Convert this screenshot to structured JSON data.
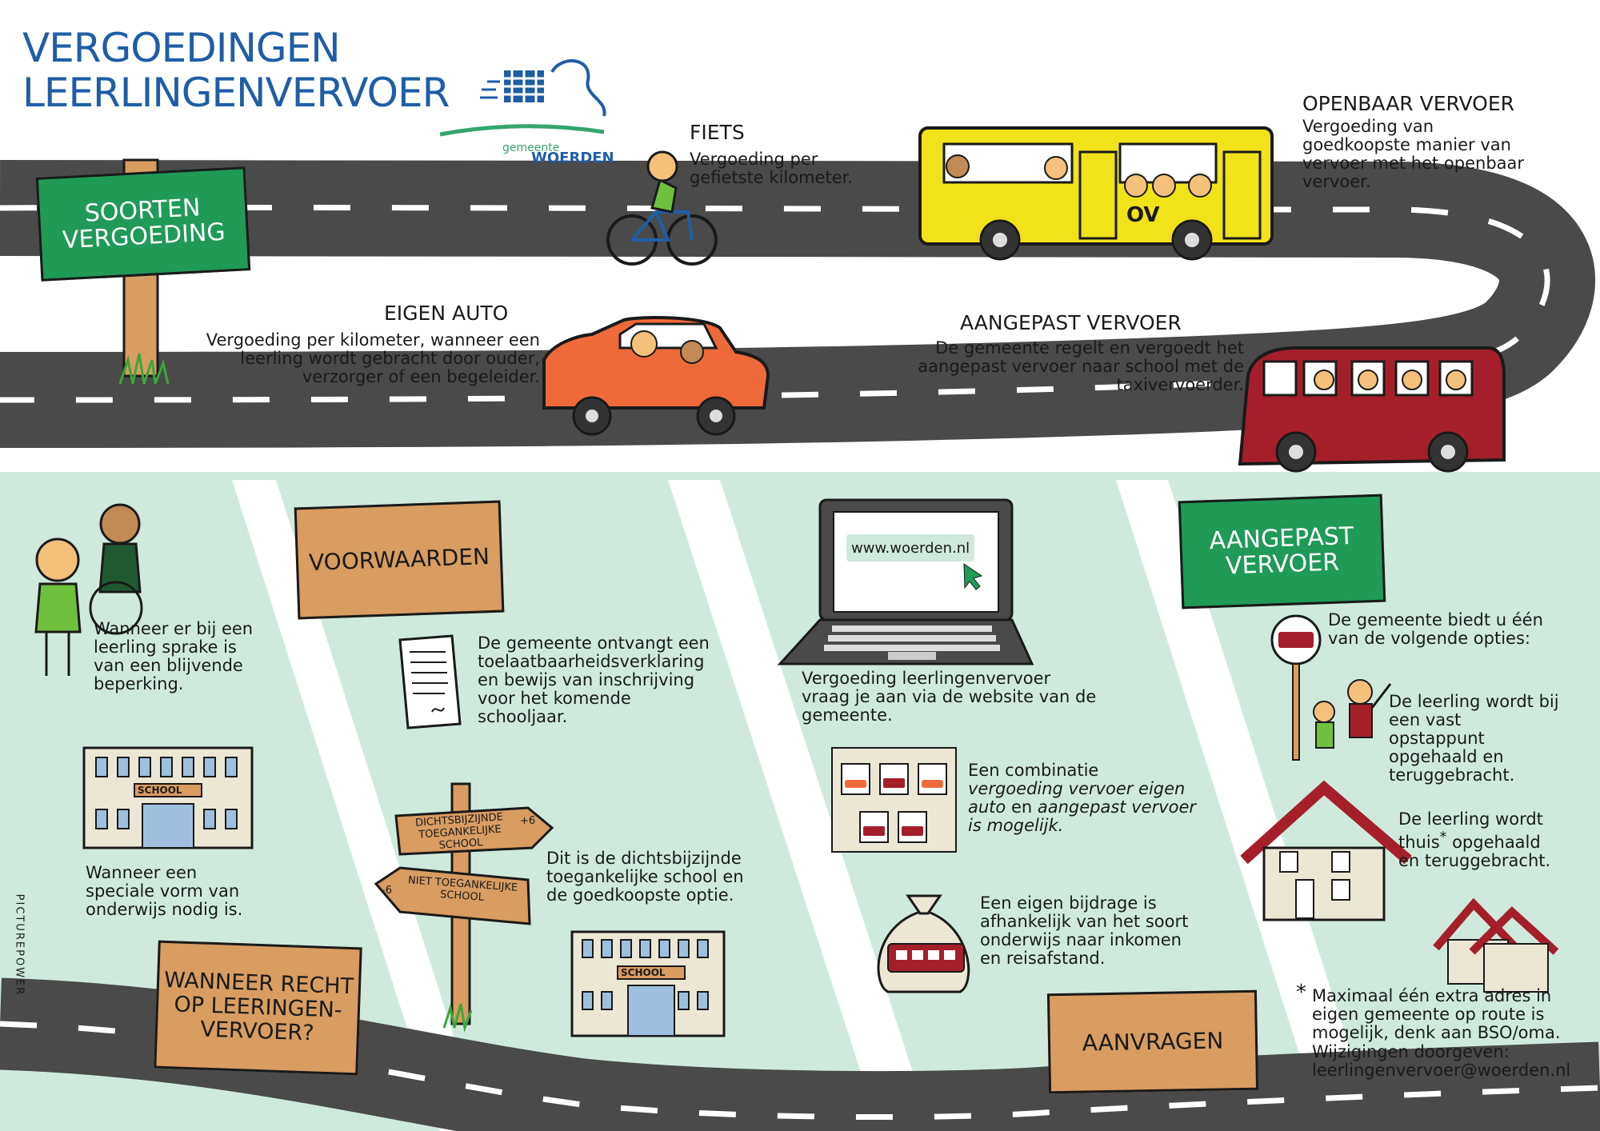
{
  "title": {
    "line1": "VERGOEDINGEN",
    "line2": "LEERLINGENVERVOER"
  },
  "logo": {
    "small": "gemeente",
    "name": "WOERDEN"
  },
  "signs": {
    "soorten": "SOORTEN VERGOEDING",
    "voorwaarden": "VOORWAARDEN",
    "wanneer": "WANNEER RECHT OP LEERINGEN-VERVOER?",
    "aanvragen": "AANVRAGEN",
    "aangepast": "AANGEPAST VERVOER"
  },
  "transport": {
    "fiets": {
      "heading": "FIETS",
      "text": "Vergoeding per gefietste kilometer."
    },
    "ov": {
      "heading": "OPENBAAR VERVOER",
      "text": "Vergoeding van goedkoopste manier van vervoer met het openbaar vervoer.",
      "bus_label": "OV"
    },
    "auto": {
      "heading": "EIGEN AUTO",
      "text": "Vergoeding per kilometer, wanneer een leerling wordt gebracht door ouder, verzorger of een begeleider."
    },
    "aangepast": {
      "heading": "AANGEPAST VERVOER",
      "text": "De gemeente regelt en vergoedt het aangepast vervoer naar school met de taxivervoerder."
    }
  },
  "wanneer": {
    "beperking": "Wanneer er bij een leerling sprake is van een blijvende beperking.",
    "onderwijs": "Wanneer een speciale vorm van onderwijs nodig is.",
    "school_label": "SCHOOL"
  },
  "voorwaarden": {
    "verklaring": "De gemeente ontvangt een toelaatbaarheidsverklaring en bewijs van inschrijving voor het komende schooljaar.",
    "dichtstbij": "Dit is de dichtsbijzijnde toegankelijke school en de goedkoopste optie.",
    "sign_top": "DICHTSBIJZIJNDE TOEGANKELIJKE SCHOOL",
    "sign_top_num": "+6",
    "sign_bottom": "NIET TOEGANKELIJKE SCHOOL",
    "sign_bottom_num": "-6",
    "school_label": "SCHOOL"
  },
  "aanvragen": {
    "url": "www.woerden.nl",
    "website": "Vergoeding leerlingenvervoer vraag je aan via de website van de gemeente.",
    "combinatie_1": "Een combinatie",
    "combinatie_2": "vergoeding vervoer eigen auto",
    "combinatie_3": "en",
    "combinatie_4": "aangepast vervoer is mogelijk.",
    "bijdrage": "Een eigen bijdrage is afhankelijk van het soort onderwijs naar inkomen en reisafstand."
  },
  "aangepast": {
    "opties": "De gemeente biedt u één van de volgende opties:",
    "opstappunt": "De leerling wordt bij een vast opstappunt opgehaald en teruggebracht.",
    "thuis_1": "De leerling wordt thuis",
    "thuis_star": "*",
    "thuis_2": "opgehaald en teruggebracht.",
    "footnote_star": "*",
    "footnote": "Maximaal één extra adres in eigen gemeente op route is mogelijk, denk aan BSO/oma.",
    "wijzigingen": "Wijzigingen doorgeven:",
    "email": "leerlingenvervoer@woerden.nl"
  },
  "credit": "PICTUREPOWER",
  "colors": {
    "title_blue": "#1f5ea6",
    "sign_green": "#1f9a57",
    "sign_brown": "#d99c61",
    "road": "#4a4a4a",
    "pastel": "#cfeadd",
    "bus_yellow": "#f2e21a",
    "car_orange": "#ee6a3a",
    "minibus_red": "#a51f2b"
  }
}
